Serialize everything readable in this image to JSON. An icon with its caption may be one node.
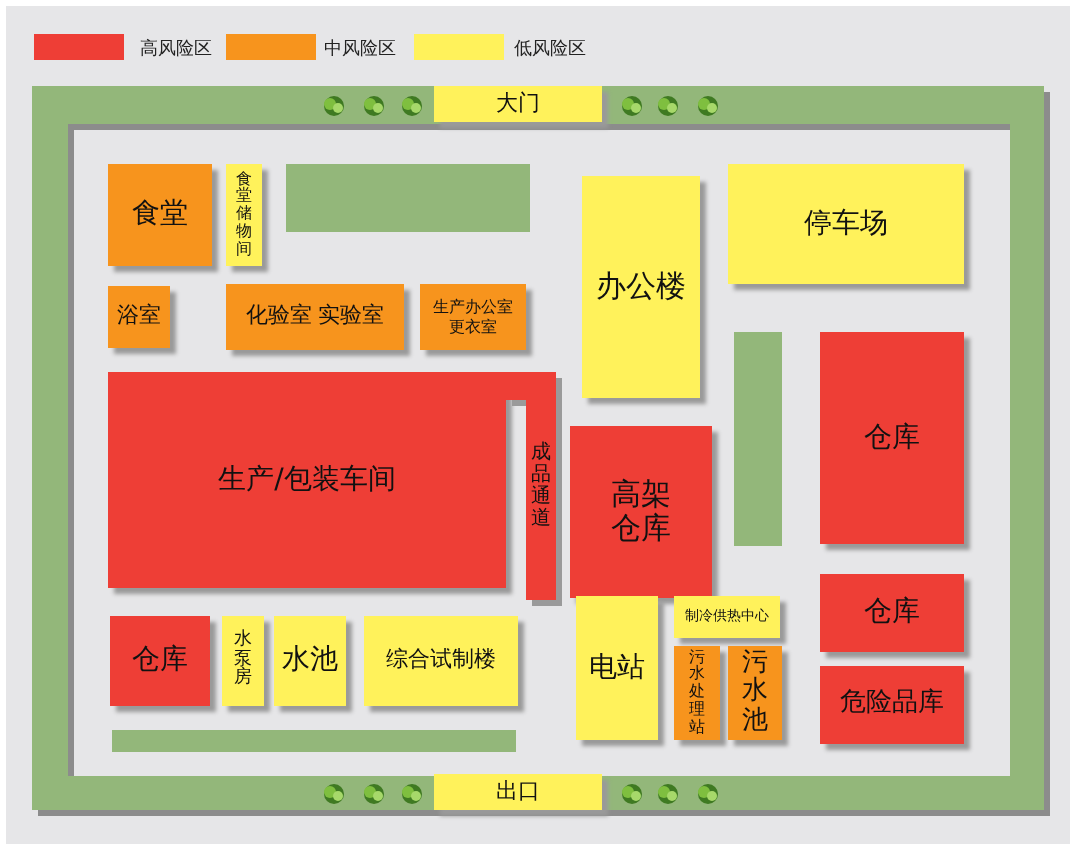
{
  "diagram": {
    "nodes": [
      {
        "text": [
          "大门"
        ]
      },
      {
        "text": [
          "食堂"
        ]
      },
      {
        "text": [
          "食堂储物间"
        ]
      },
      {
        "text": [
          "办公楼"
        ]
      },
      {
        "text": [
          "停车场"
        ]
      },
      {
        "text": [
          "浴室"
        ]
      },
      {
        "text": [
          "化验室 实验室"
        ]
      },
      {
        "text": [
          "生产办公室更衣室"
        ]
      },
      {
        "text": [
          "仓库"
        ]
      },
      {
        "text": [
          "生产/包装车间"
        ]
      },
      {
        "text": [
          "成品通道"
        ]
      },
      {
        "text": [
          "高架仓库"
        ]
      },
      {
        "text": [
          "制冷供热中心"
        ]
      },
      {
        "text": [
          "仓库"
        ]
      },
      {
        "text": [
          "仓库"
        ]
      },
      {
        "text": [
          "水泵房"
        ]
      },
      {
        "text": [
          "水池"
        ]
      },
      {
        "text": [
          "综合试制楼"
        ]
      },
      {
        "text": [
          "电站"
        ]
      },
      {
        "text": [
          "污水处理站"
        ]
      },
      {
        "text": [
          "污水池"
        ]
      },
      {
        "text": [
          "危险品库"
        ]
      },
      {
        "text": [
          "出口"
        ]
      }
    ],
    "legend": [
      {
        "text": "高风险区",
        "color": "#ee3e36"
      },
      {
        "text": "中风险区",
        "color": "#f7941d"
      },
      {
        "text": "低风险区",
        "color": "#fff25b"
      }
    ]
  }
}
